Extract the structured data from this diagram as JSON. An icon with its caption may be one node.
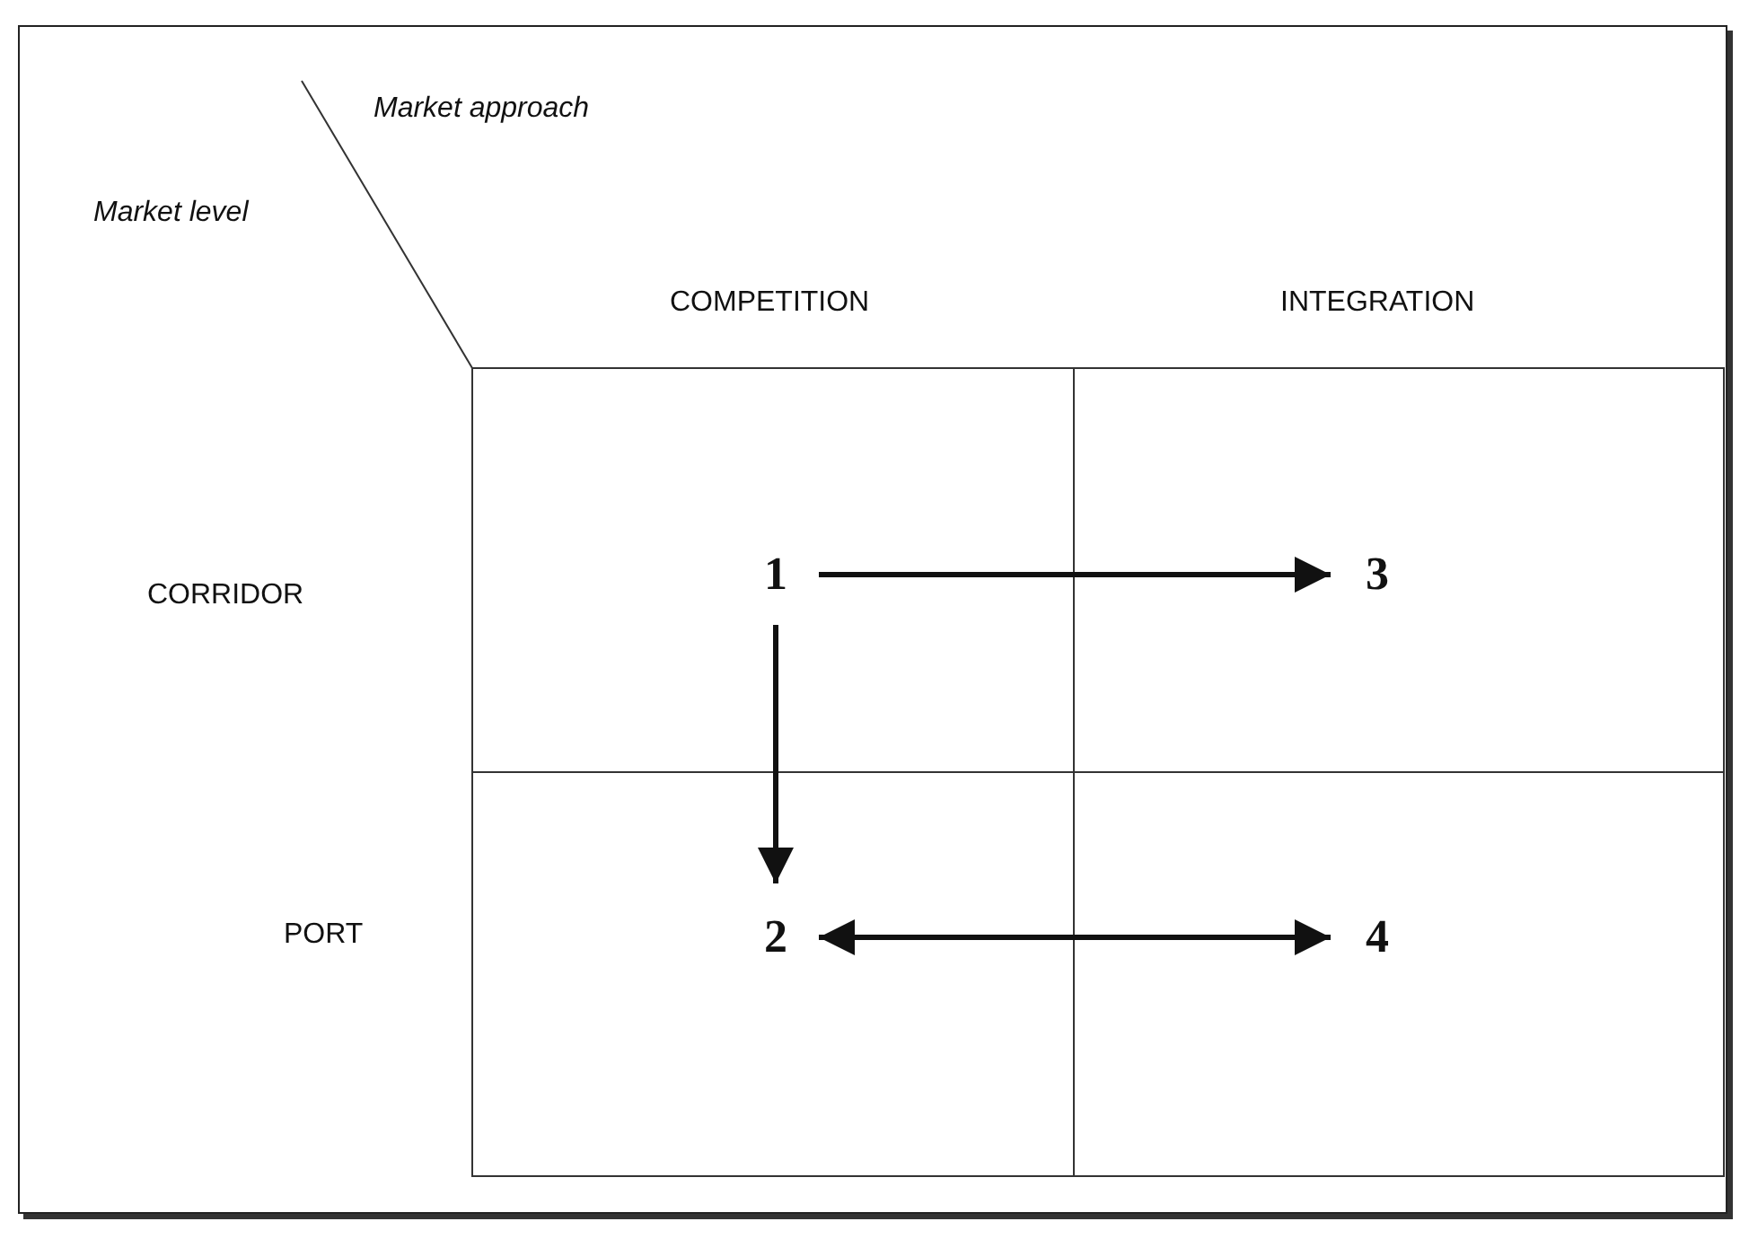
{
  "diagram": {
    "nodes": [
      {
        "text": [
          "1"
        ]
      },
      {
        "text": [
          "3"
        ]
      },
      {
        "text": [
          "2"
        ]
      },
      {
        "text": [
          "4"
        ]
      }
    ],
    "edges": [
      {
        "from": 0,
        "to": 1,
        "arrow": "to"
      },
      {
        "from": 0,
        "to": 2,
        "arrow": "to"
      },
      {
        "from": 2,
        "to": 3,
        "arrow": "both"
      }
    ],
    "labels": [
      "Market approach",
      "Market level",
      "COMPETITION",
      "INTEGRATION",
      "CORRIDOR",
      "PORT"
    ]
  }
}
